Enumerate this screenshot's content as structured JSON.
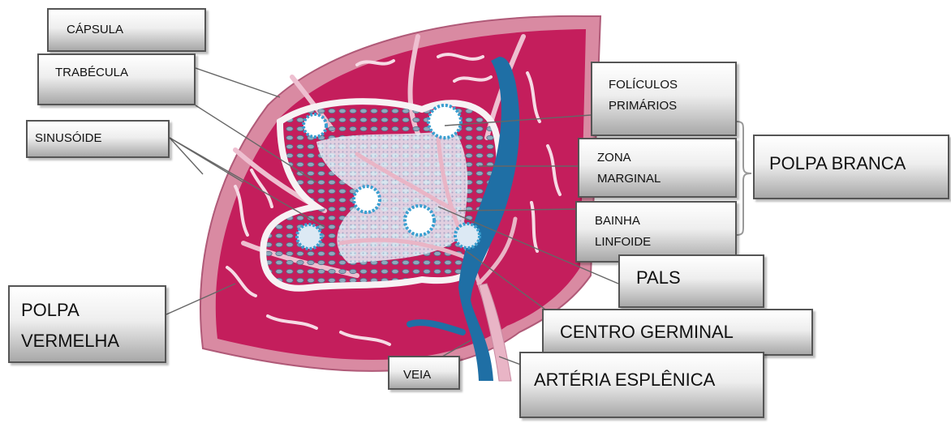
{
  "labels": {
    "capsula": "CÁPSULA",
    "trabecula": "TRABÉCULA",
    "sinusoide": "SINUSÓIDE",
    "foliculos_l1": "FOLÍCULOS",
    "foliculos_l2": "PRIMÁRIOS",
    "zona_l1": "ZONA",
    "zona_l2": "MARGINAL",
    "bainha_l1": "BAINHA",
    "bainha_l2": "LINFOIDE",
    "polpa_branca": "POLPA BRANCA",
    "pals": "PALS",
    "polpa_vermelha_l1": "POLPA",
    "polpa_vermelha_l2": "VERMELHA",
    "centro_germinal": "CENTRO GERMINAL",
    "veia": "VEIA",
    "arteria": "ARTÉRIA ESPLÊNICA"
  },
  "colors": {
    "capsule": "#d0708a",
    "red_pulp": "#c41e5c",
    "white_pulp": "#dce9f4",
    "lymph_dots": "#6f8ea6",
    "follicle": "#3a9fd0",
    "vein": "#1f6fa5",
    "artery": "#e9b5c6",
    "trabecula": "#eebfd0"
  }
}
